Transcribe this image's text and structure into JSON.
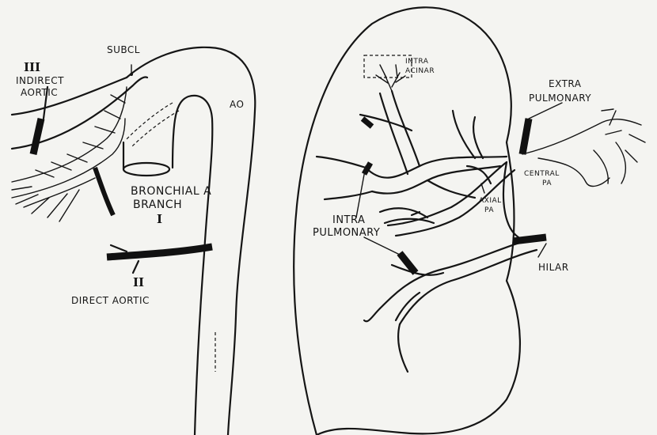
{
  "left_labels": {
    "roman_three": "III",
    "indirect_line1": "INDIRECT",
    "indirect_line2": "AORTIC",
    "subcl": "SUBCL",
    "ao": "AO",
    "bronchial_line1": "BRONCHIAL A",
    "bronchial_line2": "BRANCH",
    "roman_one": "I",
    "roman_two": "II",
    "direct_aortic": "DIRECT AORTIC"
  },
  "right_labels": {
    "intra_acinar_line1": "INTRA",
    "intra_acinar_line2": "ACINAR",
    "extra_line1": "EXTRA",
    "extra_line2": "PULMONARY",
    "central_line1": "CENTRAL",
    "central_line2": "PA",
    "axial_line1": "AXIAL",
    "axial_line2": "PA",
    "intrapulm_line1": "INTRA",
    "intrapulm_line2": "PULMONARY",
    "hilar": "HILAR"
  }
}
